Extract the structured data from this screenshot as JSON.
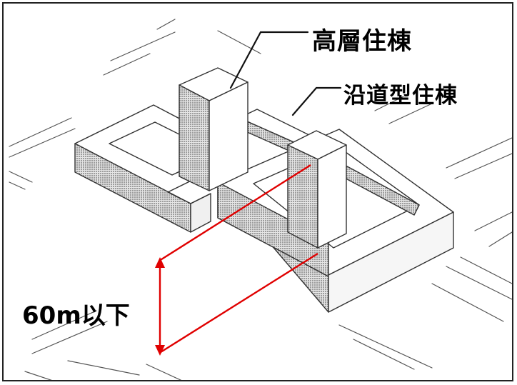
{
  "labels": {
    "high_rise": "高層住棟",
    "roadside": "沿道型住棟",
    "height_limit": "60m以下"
  },
  "colors": {
    "line": "#333333",
    "shade": "#9a9a9a",
    "dimension": "#e00000"
  }
}
